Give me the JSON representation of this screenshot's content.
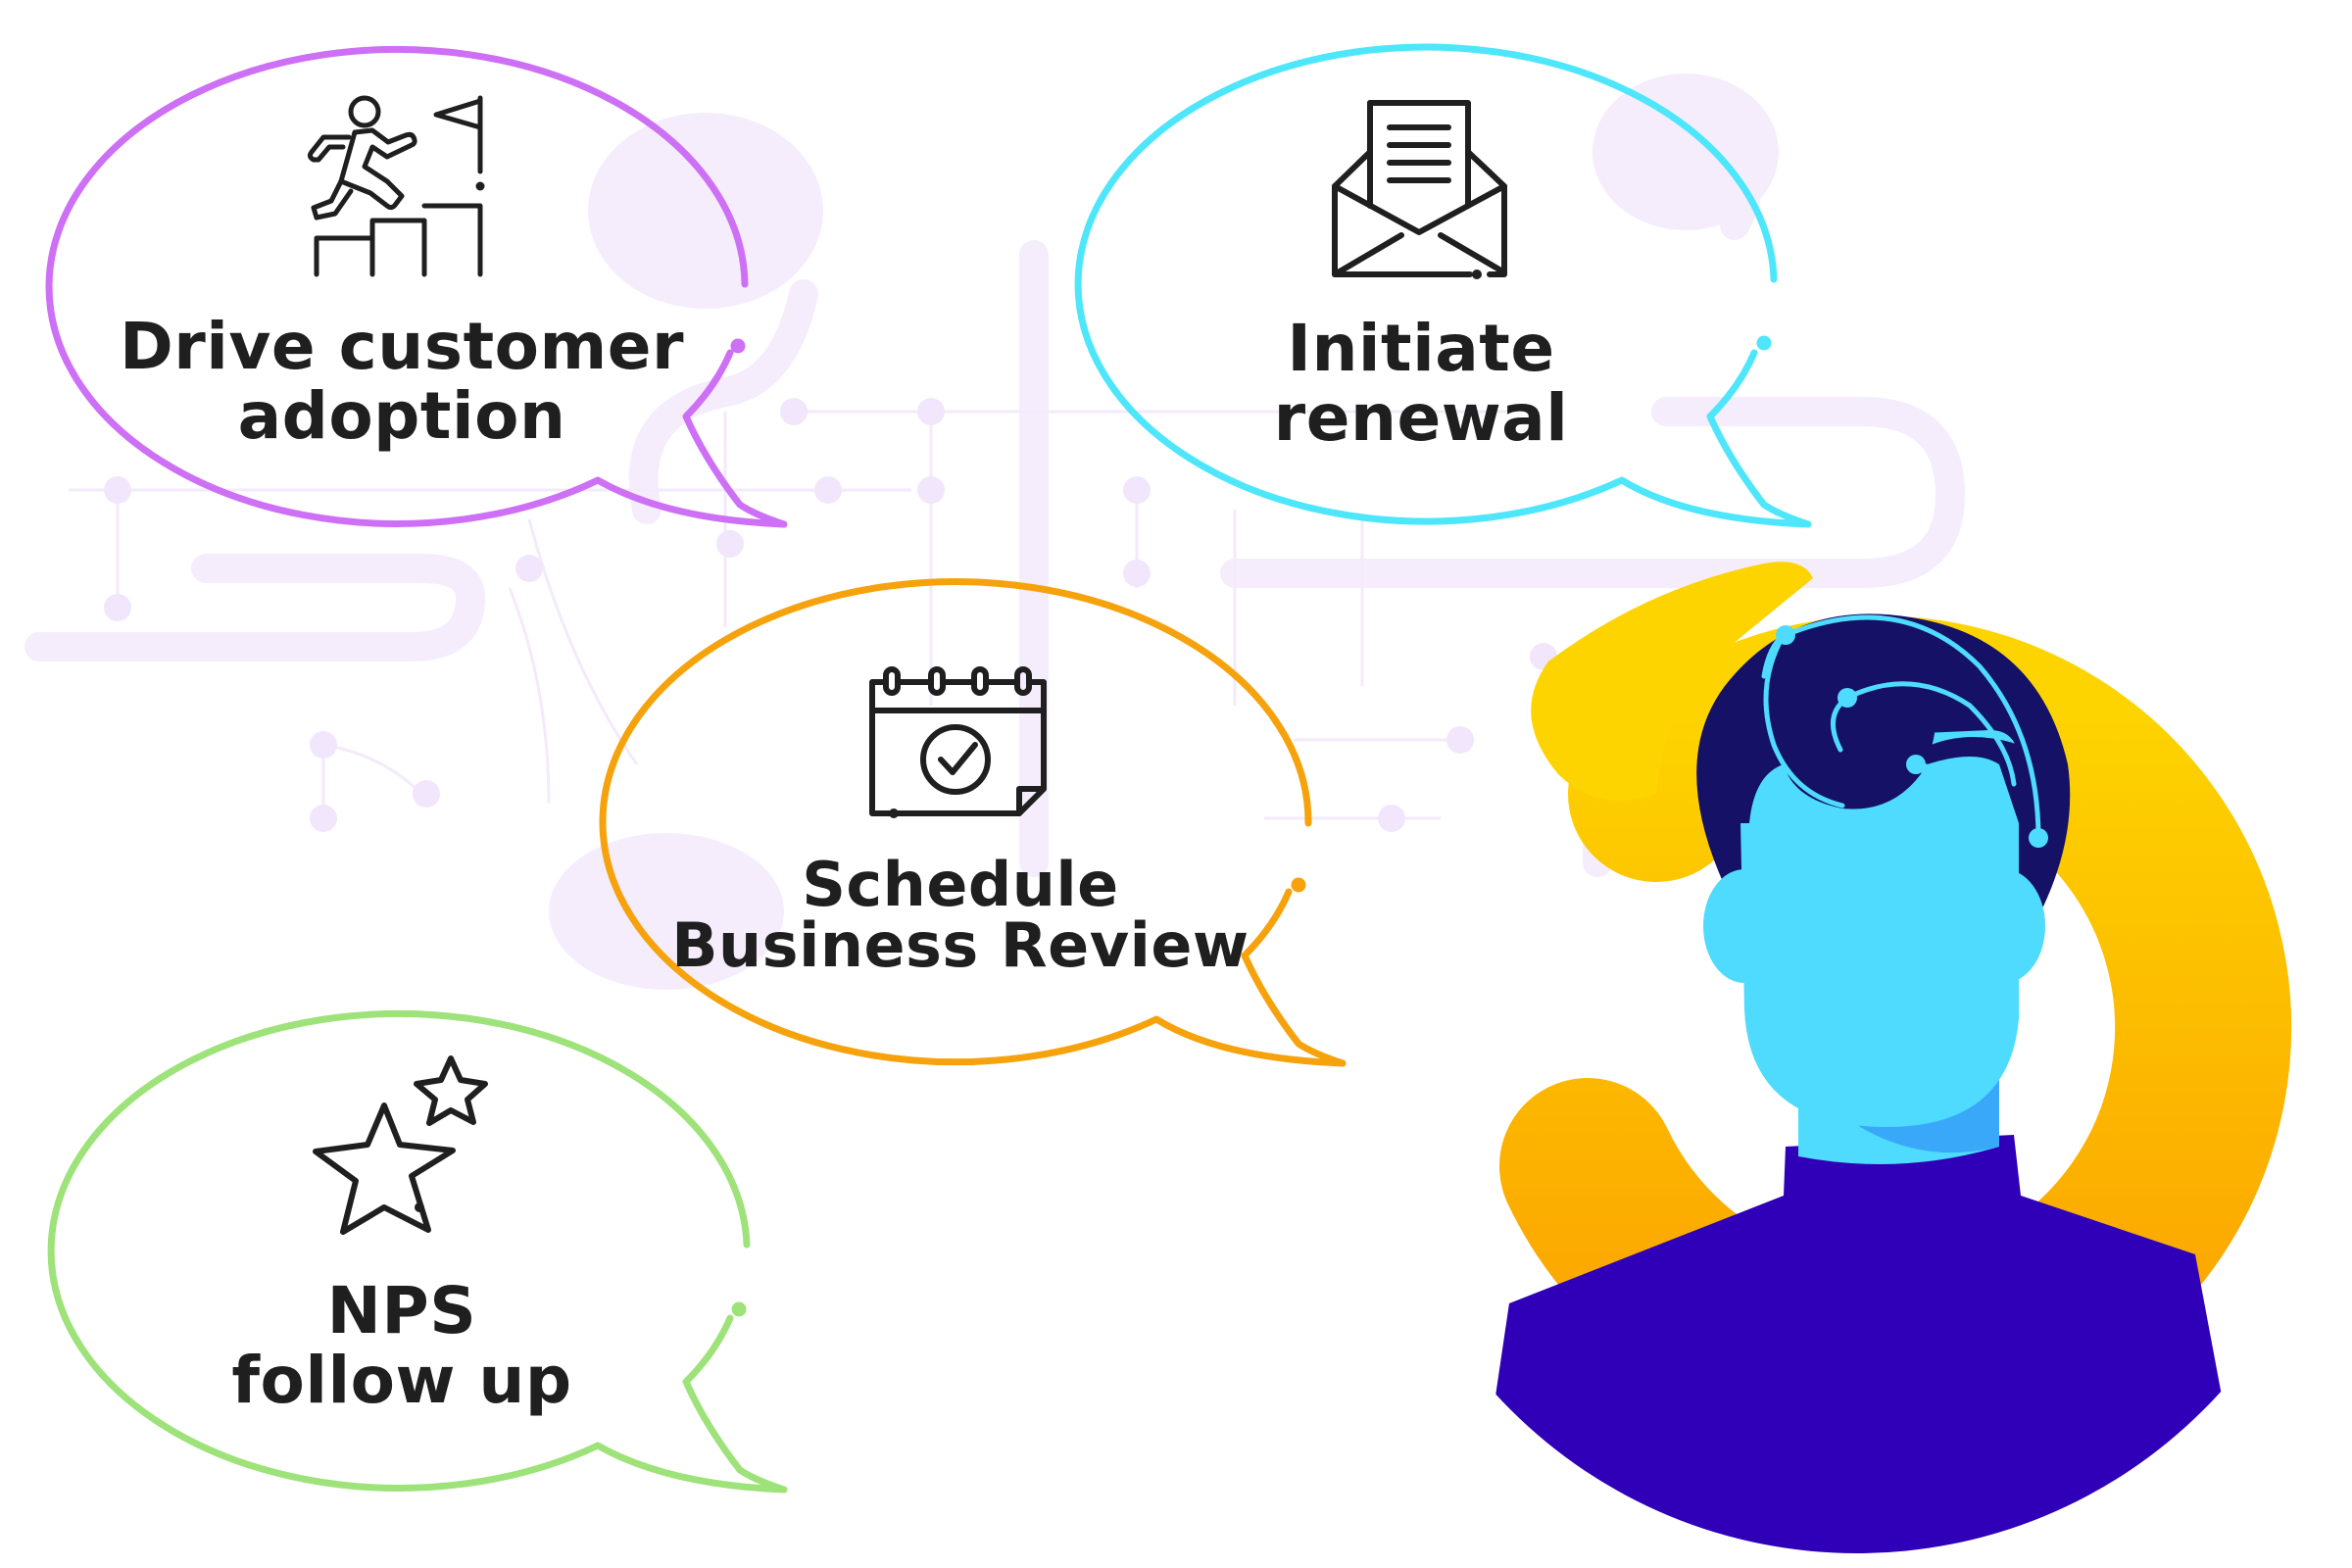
{
  "colors": {
    "adoption_bubble": "#cd70f5",
    "renewal_bubble": "#4ee6fb",
    "review_bubble": "#f6a20d",
    "nps_bubble": "#9ee27a",
    "ring_top": "#fdd400",
    "ring_bottom": "#fca300",
    "face": "#4edbfd",
    "hair": "#141166",
    "shirt": "#2f00b8",
    "background_pattern": "#f6effc",
    "icon_stroke": "#1f1f1f"
  },
  "bubbles": [
    {
      "id": "adoption",
      "icon": "climbing-stairs-flag-icon",
      "line1": "Drive customer",
      "line2": "adoption"
    },
    {
      "id": "renewal",
      "icon": "open-envelope-letter-icon",
      "line1": "Initiate",
      "line2": "renewal"
    },
    {
      "id": "review",
      "icon": "calendar-check-icon",
      "line1": "Schedule",
      "line2": "Business Review"
    },
    {
      "id": "nps",
      "icon": "stars-icon",
      "line1": "NPS",
      "line2": "follow up"
    }
  ],
  "illustration": {
    "icon": "person-with-circuit-hair-icon"
  }
}
